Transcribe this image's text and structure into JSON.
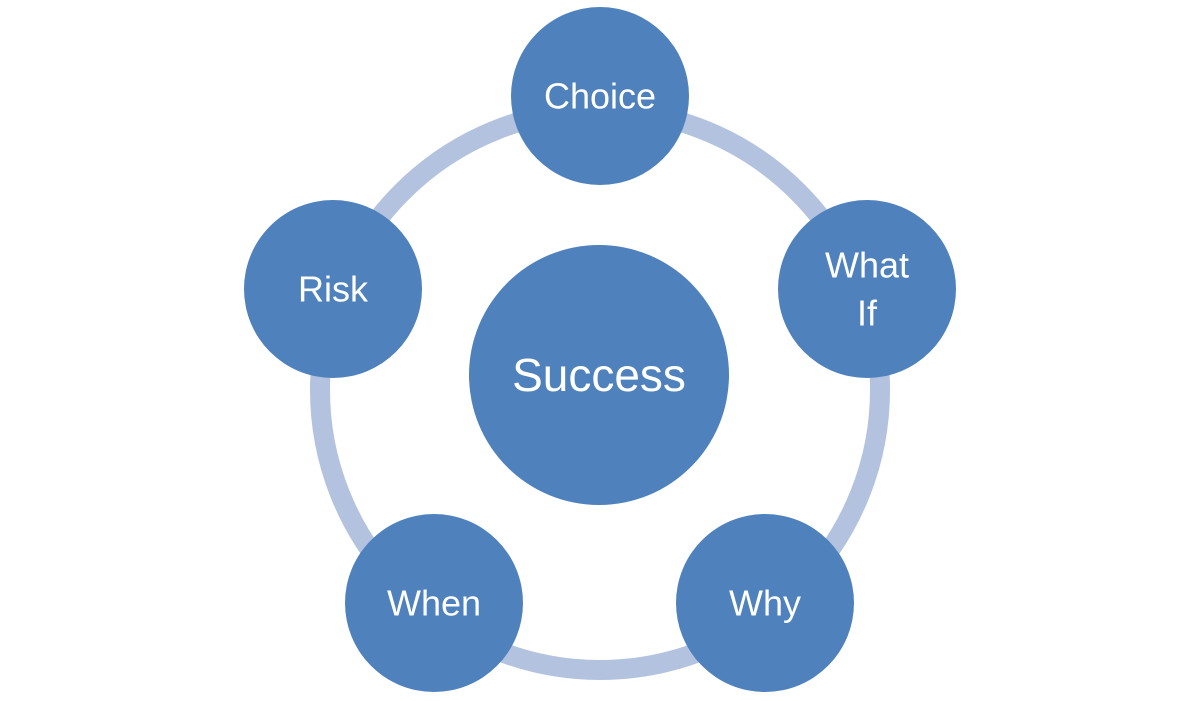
{
  "colors": {
    "node_fill": "#4f81bd",
    "ring": "#b3c3df",
    "text": "#ffffff",
    "background": "#ffffff"
  },
  "center": {
    "label": "Success"
  },
  "nodes": [
    {
      "id": "choice",
      "label": "Choice"
    },
    {
      "id": "what-if",
      "label_line1": "What",
      "label_line2": "If"
    },
    {
      "id": "why",
      "label": "Why"
    },
    {
      "id": "when",
      "label": "When"
    },
    {
      "id": "risk",
      "label": "Risk"
    }
  ]
}
